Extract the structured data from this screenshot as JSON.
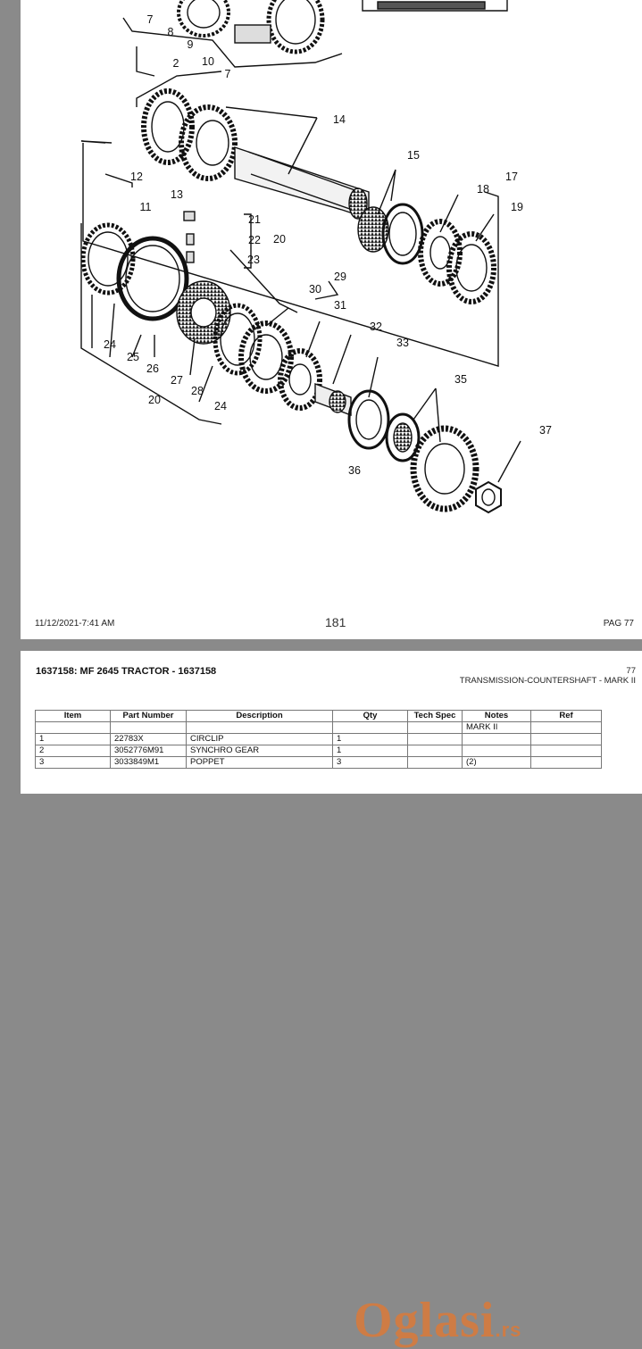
{
  "callouts": [
    "7",
    "8",
    "9",
    "10",
    "7",
    "2",
    "14",
    "12",
    "13",
    "11",
    "15",
    "18",
    "17",
    "19",
    "21",
    "22",
    "23",
    "20",
    "29",
    "30",
    "31",
    "32",
    "33",
    "24",
    "25",
    "26",
    "27",
    "28",
    "24",
    "20",
    "35",
    "37",
    "36"
  ],
  "footer": {
    "date": "11/12/2021-7:41 AM",
    "page_number": "181",
    "pag": "PAG 77"
  },
  "parts_list": {
    "title": "1637158: MF 2645 TRACTOR - 1637158",
    "page": "77",
    "section_title": "TRANSMISSION-COUNTERSHAFT - MARK II",
    "columns": [
      "Item",
      "Part Number",
      "Description",
      "Qty",
      "Tech Spec",
      "Notes",
      "Ref"
    ],
    "rows": [
      {
        "item": "",
        "part": "",
        "desc": "",
        "qty": "",
        "spec": "",
        "notes": "MARK II",
        "ref": ""
      },
      {
        "item": "1",
        "part": "22783X",
        "desc": "CIRCLIP",
        "qty": "1",
        "spec": "",
        "notes": "",
        "ref": ""
      },
      {
        "item": "2",
        "part": "3052776M91",
        "desc": "SYNCHRO GEAR",
        "qty": "1",
        "spec": "",
        "notes": "",
        "ref": ""
      },
      {
        "item": "3",
        "part": "3033849M1",
        "desc": "POPPET",
        "qty": "3",
        "spec": "",
        "notes": "(2)",
        "ref": ""
      }
    ]
  },
  "watermark": {
    "text": "Oglasi",
    "suffix": ".rs"
  },
  "colors": {
    "background": "#8a8a8a",
    "page": "#ffffff",
    "watermark": "#e27832"
  }
}
